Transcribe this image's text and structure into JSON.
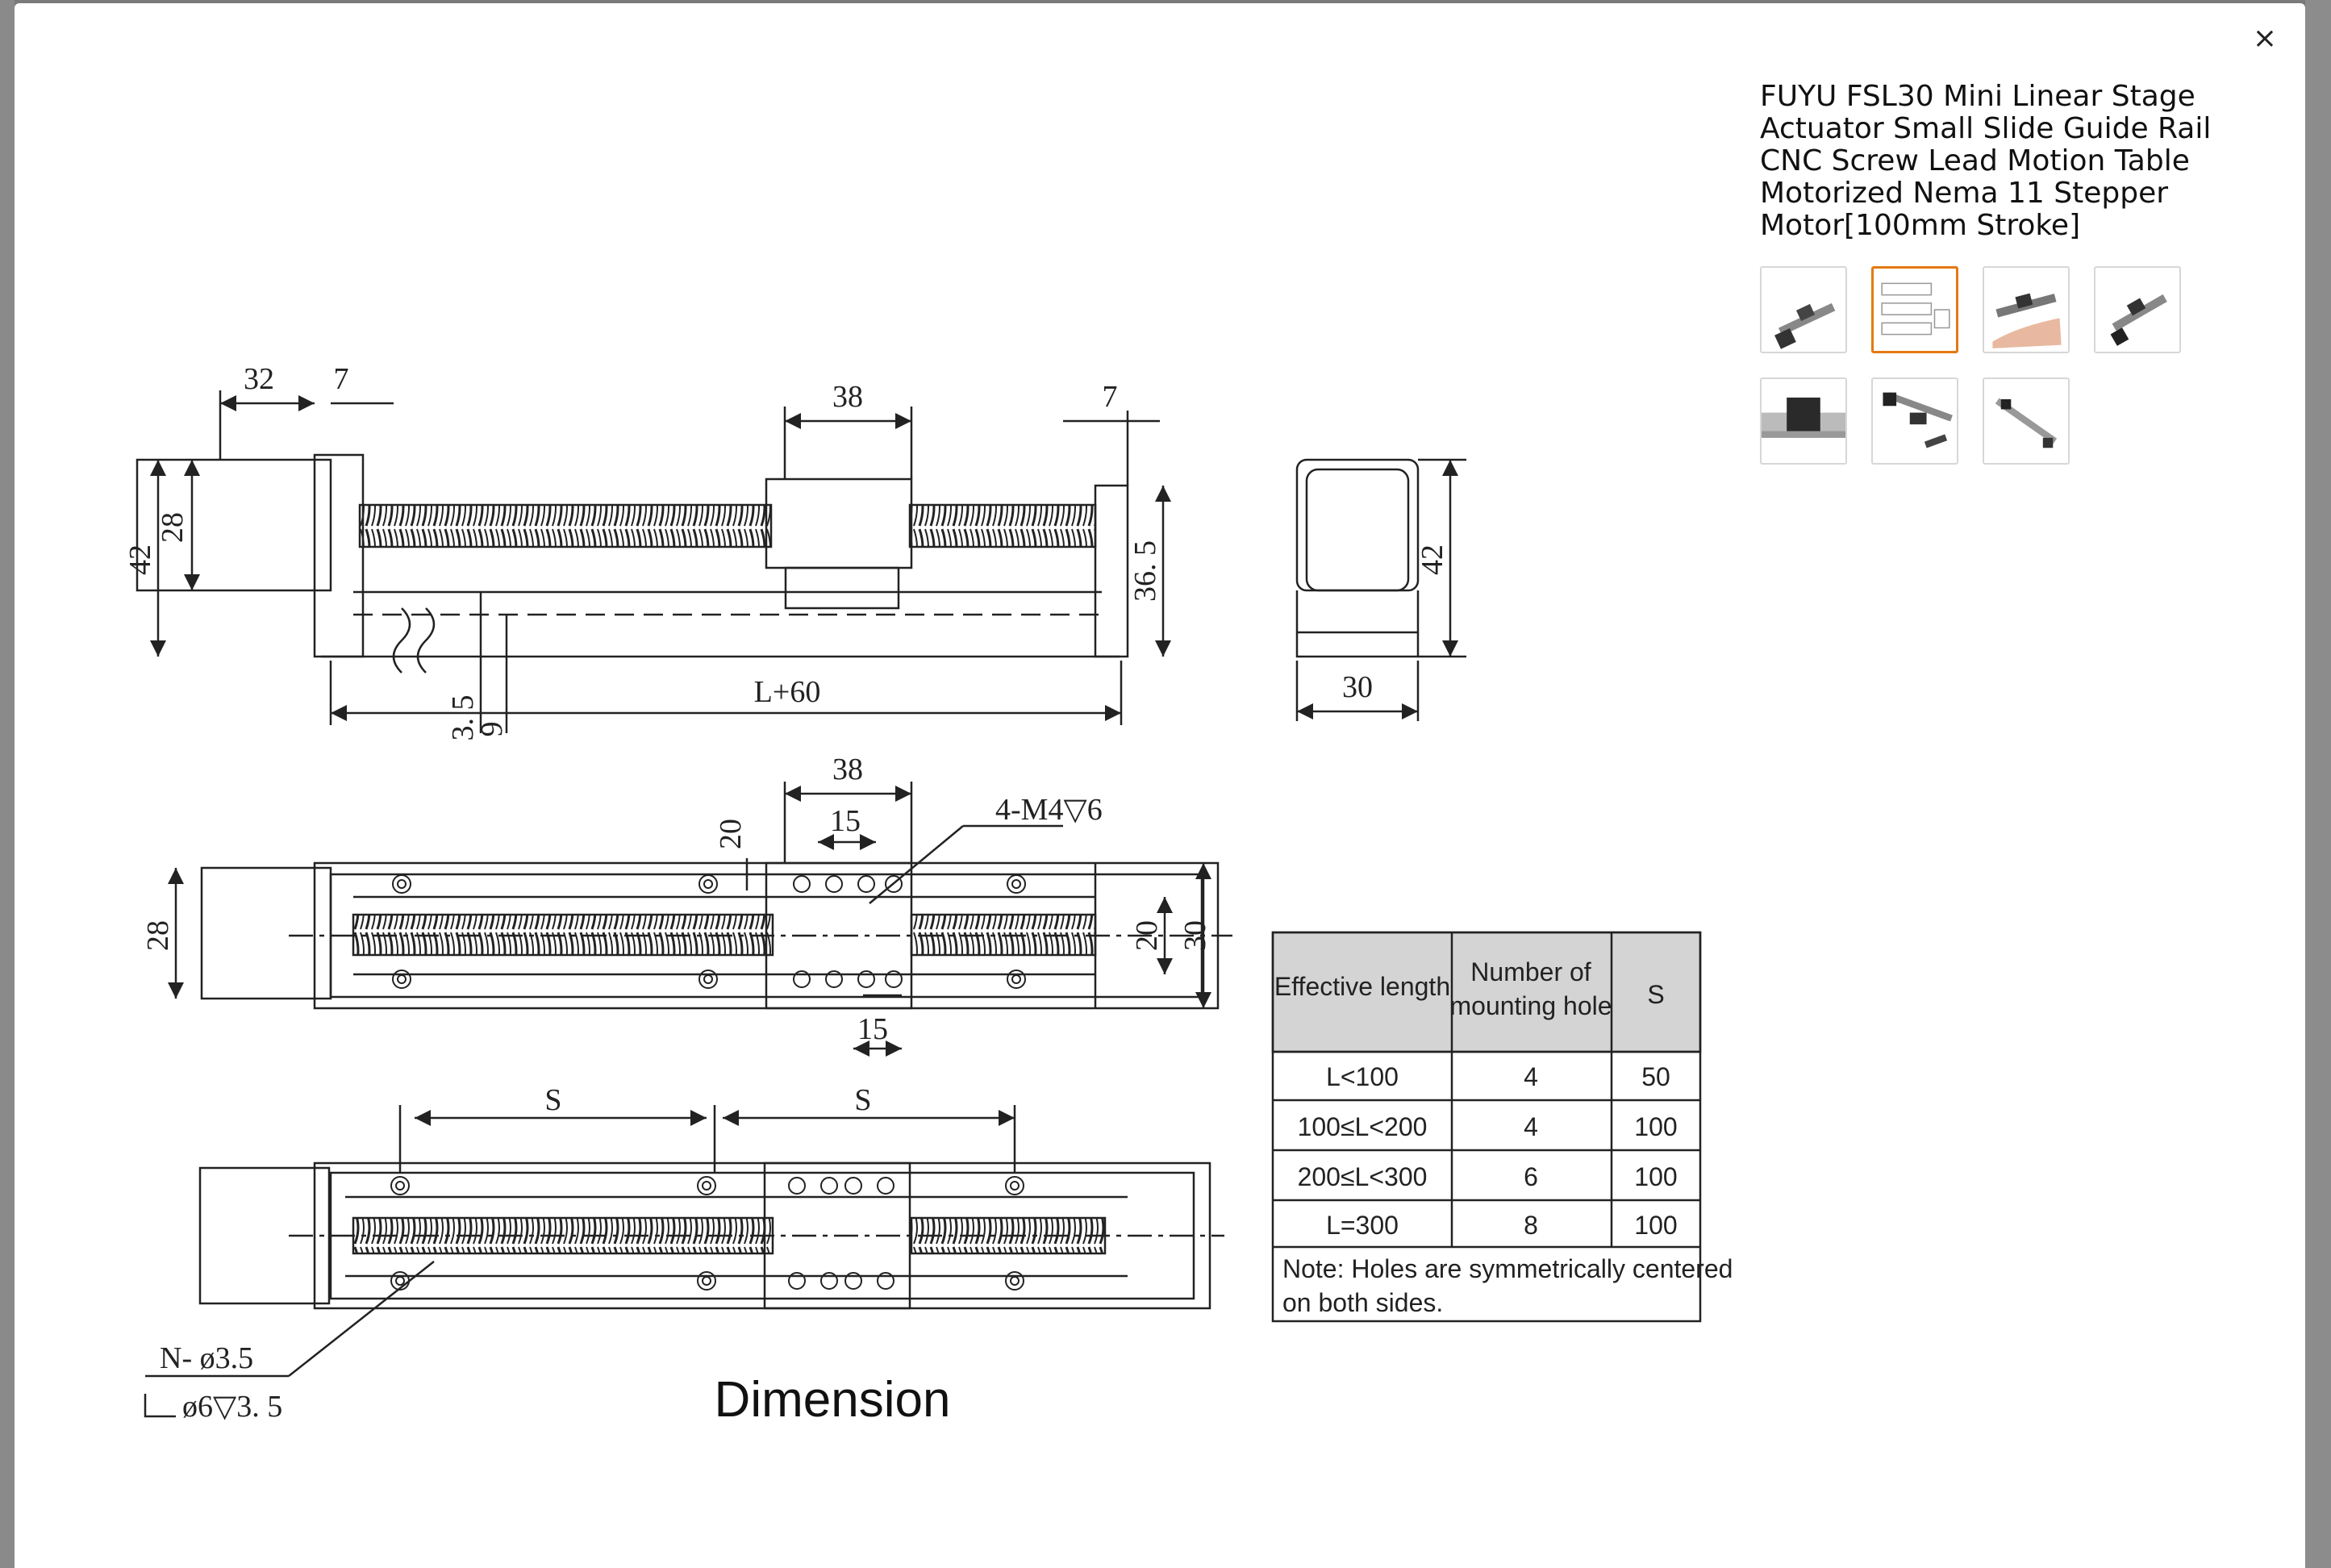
{
  "modal": {
    "close_label": "×",
    "product_title": "FUYU FSL30 Mini Linear Stage Actuator Small Slide Guide Rail CNC Screw Lead Motion Table Motorized Nema 11 Stepper Motor[100mm Stroke]",
    "thumbnails": [
      {
        "name": "thumb-1",
        "active": false
      },
      {
        "name": "thumb-2",
        "active": true
      },
      {
        "name": "thumb-3",
        "active": false
      },
      {
        "name": "thumb-4",
        "active": false
      },
      {
        "name": "thumb-5",
        "active": false
      },
      {
        "name": "thumb-6",
        "active": false
      },
      {
        "name": "thumb-7",
        "active": false
      }
    ]
  },
  "drawing": {
    "top_view": {
      "dim_32": "32",
      "dim_7_left": "7",
      "dim_38": "38",
      "dim_7_right": "7",
      "dim_42": "42",
      "dim_28": "28",
      "dim_36_5": "36. 5",
      "dim_l60": "L+60",
      "dim_3_5": "3. 5",
      "dim_9": "9"
    },
    "end_view": {
      "dim_42": "42",
      "dim_30": "30"
    },
    "plan_view": {
      "dim_38": "38",
      "dim_15_top": "15",
      "dim_20_top": "20",
      "thread_note": "4-M4",
      "thread_depth": "6",
      "dim_28": "28",
      "dim_20_right": "20",
      "dim_30": "30",
      "dim_15_bottom": "15"
    },
    "bottom_view": {
      "dim_s_left": "S",
      "dim_s_right": "S",
      "hole_note_1": "N-  ø3.5",
      "hole_note_2": "ø6",
      "hole_note_2_depth": "3. 5"
    },
    "caption": "Dimension",
    "table": {
      "headers": [
        "Effective length",
        "Number of",
        "mounting hole",
        "S"
      ],
      "rows": [
        [
          "L<100",
          "4",
          "50"
        ],
        [
          "100≤L<200",
          "4",
          "100"
        ],
        [
          "200≤L<300",
          "6",
          "100"
        ],
        [
          "L=300",
          "8",
          "100"
        ]
      ],
      "note_line_1": "Note: Holes are symmetrically centered",
      "note_line_2": "on both sides."
    }
  }
}
